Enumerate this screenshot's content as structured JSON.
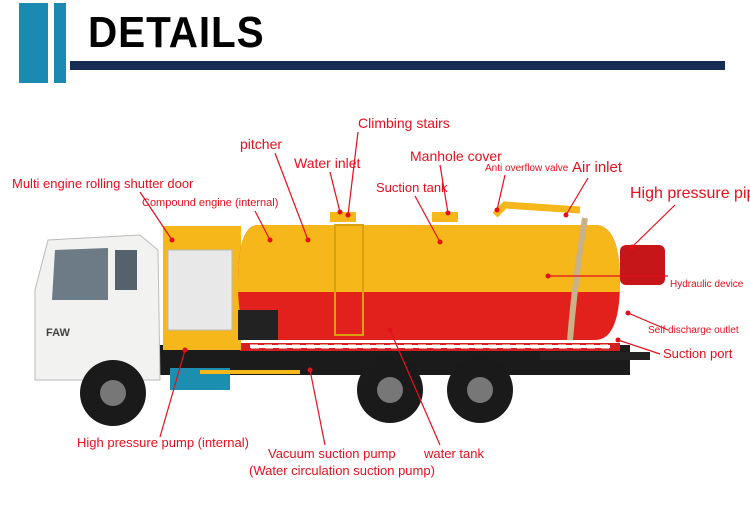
{
  "header": {
    "title": "DETAILS"
  },
  "colors": {
    "accent": "#1a8ab3",
    "rule": "#172d54",
    "label": "#e4101c",
    "tank_top": "#f5b719",
    "tank_bottom": "#e2211c"
  },
  "labels": {
    "climbing_stairs": "Climbing stairs",
    "pitcher": "pitcher",
    "water_inlet": "Water inlet",
    "manhole_cover": "Manhole cover",
    "anti_overflow_valve": "Anti overflow valve",
    "air_inlet": "Air inlet",
    "high_pressure_pipe": "High pressure pip",
    "shutter_door": "Multi engine rolling shutter door",
    "compound_engine": "Compound engine (internal)",
    "suction_tank": "Suction tank",
    "hydraulic_device": "Hydraulic device",
    "self_discharge_outlet": "Self discharge outlet",
    "suction_port": "Suction port",
    "high_pressure_pump": "High pressure pump (internal)",
    "vacuum_suction_pump": "Vacuum suction pump",
    "water_circulation_pump": "(Water circulation suction pump)",
    "water_tank": "water tank"
  },
  "truck": {
    "badge": "FAW"
  }
}
